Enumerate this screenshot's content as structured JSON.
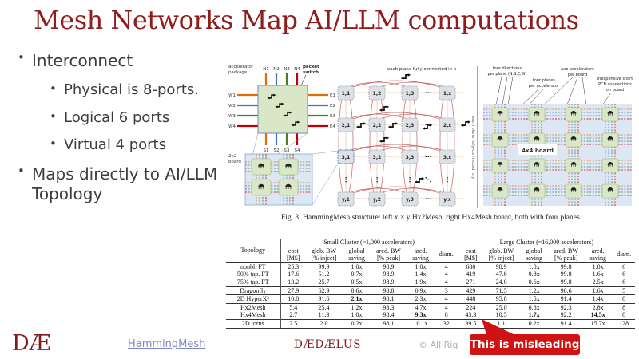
{
  "title": "Mesh Networks Map AI/LLM computations",
  "bullets": [
    {
      "level": 1,
      "text": "Interconnect"
    },
    {
      "level": 2,
      "text": "Physical is 8-ports."
    },
    {
      "level": 2,
      "text": "Logical 6 ports"
    },
    {
      "level": 2,
      "text": "Virtual 4 ports"
    },
    {
      "level": 1,
      "text": "Maps directly to AI/LLM Topology"
    }
  ],
  "figure": {
    "caption": "Fig. 3: HammingMesh structure: left x × y Hx2Mesh, right Hx4Mesh board, both with four planes.",
    "left": {
      "package_label_1": "accelerator",
      "package_label_2": "package",
      "switch_label_1": "packet",
      "switch_label_2": "switch",
      "board_label_1": "2x2",
      "board_label_2": "board",
      "north": [
        "N1",
        "N2",
        "N3",
        "N4"
      ],
      "west": [
        "W1",
        "W2",
        "W3",
        "W4"
      ],
      "east": [
        "E1",
        "E2",
        "E3",
        "E4"
      ],
      "south": [
        "S1",
        "S2",
        "S3",
        "S4"
      ]
    },
    "middle": {
      "top_label": "each plane fully-connected in x",
      "side_label": "each plane fully-connected in y",
      "hdots": "⋯",
      "vdots": "⋮",
      "ddots": "⋱",
      "nodes": [
        [
          "1,1",
          "1,2",
          "1,3",
          "1,x"
        ],
        [
          "2,1",
          "2,2",
          "2,3",
          "2,x"
        ],
        [
          "3,1",
          "3,2",
          "3,3",
          "3,x"
        ],
        [
          "y,1",
          "y,2",
          "y,3",
          "y,x"
        ]
      ]
    },
    "right": {
      "board_label": "4x4 board",
      "ann1a": "four directions",
      "ann1b": "per plane (N,S,E,W)",
      "ann2a": "four planes",
      "ann2b": "per accelerator",
      "ann3a": "axb accelerators",
      "ann3b": "per board",
      "ann4a": "inexpensive short",
      "ann4b": "PCB connections",
      "ann4c": "on board"
    }
  },
  "table": {
    "topology_header": "Topology",
    "groups": [
      {
        "label": "Small Cluster (≈1,000 accelerators)"
      },
      {
        "label": "Large Cluster (≈16,000 accelerators)"
      }
    ],
    "sub_headers": [
      {
        "l1": "cost",
        "l2": "[M$]"
      },
      {
        "l1": "glob. BW",
        "l2": "[% inject]"
      },
      {
        "l1": "global",
        "l2": "saving"
      },
      {
        "l1": "ared. BW",
        "l2": "[% peak]"
      },
      {
        "l1": "ared.",
        "l2": "saving"
      },
      {
        "l1": "diam.",
        "l2": ""
      }
    ],
    "rows": [
      {
        "topology": "nonbl. FT",
        "cells": [
          "25.3",
          "99.9",
          "1.0x",
          "98.9",
          "1.0x",
          "4",
          "680",
          "98.9",
          "1.0x",
          "99.8",
          "1.0x",
          "6"
        ],
        "bold": [],
        "rule_above": true
      },
      {
        "topology": "50% tap. FT",
        "cells": [
          "17.6",
          "51.2",
          "0.7x",
          "98.9",
          "1.4x",
          "4",
          "419",
          "47.6",
          "0.8x",
          "99.8",
          "1.6x",
          "6"
        ],
        "bold": [],
        "rule_above": false
      },
      {
        "topology": "75% tap. FT",
        "cells": [
          "13.2",
          "25.7",
          "0.5x",
          "98.9",
          "1.9x",
          "4",
          "271",
          "24.0",
          "0.6x",
          "99.8",
          "2.5x",
          "6"
        ],
        "bold": [],
        "rule_above": false
      },
      {
        "topology": "Dragonfly",
        "cells": [
          "27.9",
          "62.9",
          "0.6x",
          "98.8",
          "0.9x",
          "3",
          "429",
          "71.5",
          "1.2x",
          "98.6",
          "1.6x",
          "5"
        ],
        "bold": [],
        "rule_above": true
      },
      {
        "topology": "2D HyperX²",
        "cells": [
          "10.8",
          "91.6",
          "2.1x",
          "98.1",
          "2.3x",
          "4",
          "448",
          "95.8",
          "1.5x",
          "91.4",
          "1.4x",
          "8"
        ],
        "bold": [
          2
        ],
        "rule_above": true
      },
      {
        "topology": "Hx2Mesh",
        "cells": [
          "5.4",
          "25.4",
          "1.2x",
          "98.3",
          "4.7x",
          "4",
          "224",
          "25.0",
          "0.8x",
          "92.3",
          "2.8x",
          "8"
        ],
        "bold": [],
        "rule_above": true
      },
      {
        "topology": "Hx4Mesh",
        "cells": [
          "2.7",
          "11.3",
          "1.0x",
          "98.4",
          "9.3x",
          "8",
          "43.3",
          "10.5",
          "1.7x",
          "92.2",
          "14.5x",
          "8"
        ],
        "bold": [
          4,
          8,
          10
        ],
        "rule_above": false
      },
      {
        "topology": "2D torus",
        "cells": [
          "2.5",
          "2.0",
          "0.2x",
          "98.1",
          "10.1x",
          "32",
          "39.5",
          "1.1",
          "0.2x",
          "91.4",
          "15.7x",
          "128"
        ],
        "bold": [],
        "rule_above": true
      }
    ]
  },
  "footer": {
    "logo": "DÆ",
    "link": "HammingMesh",
    "brand": "DÆDÆLUS",
    "copyright": "© All Rig",
    "callout": "This is misleading"
  },
  "colors": {
    "title_accent": "#8f1d1d",
    "callout_red": "#cf1212",
    "port_orange": "#e36c0a",
    "port_blue": "#4472c4",
    "port_green": "#4f7a28",
    "port_red": "#c00000",
    "board_blue": "#dde7f3",
    "chip_green": "#d9e7c6",
    "loop_red": "#bf4f4c"
  }
}
